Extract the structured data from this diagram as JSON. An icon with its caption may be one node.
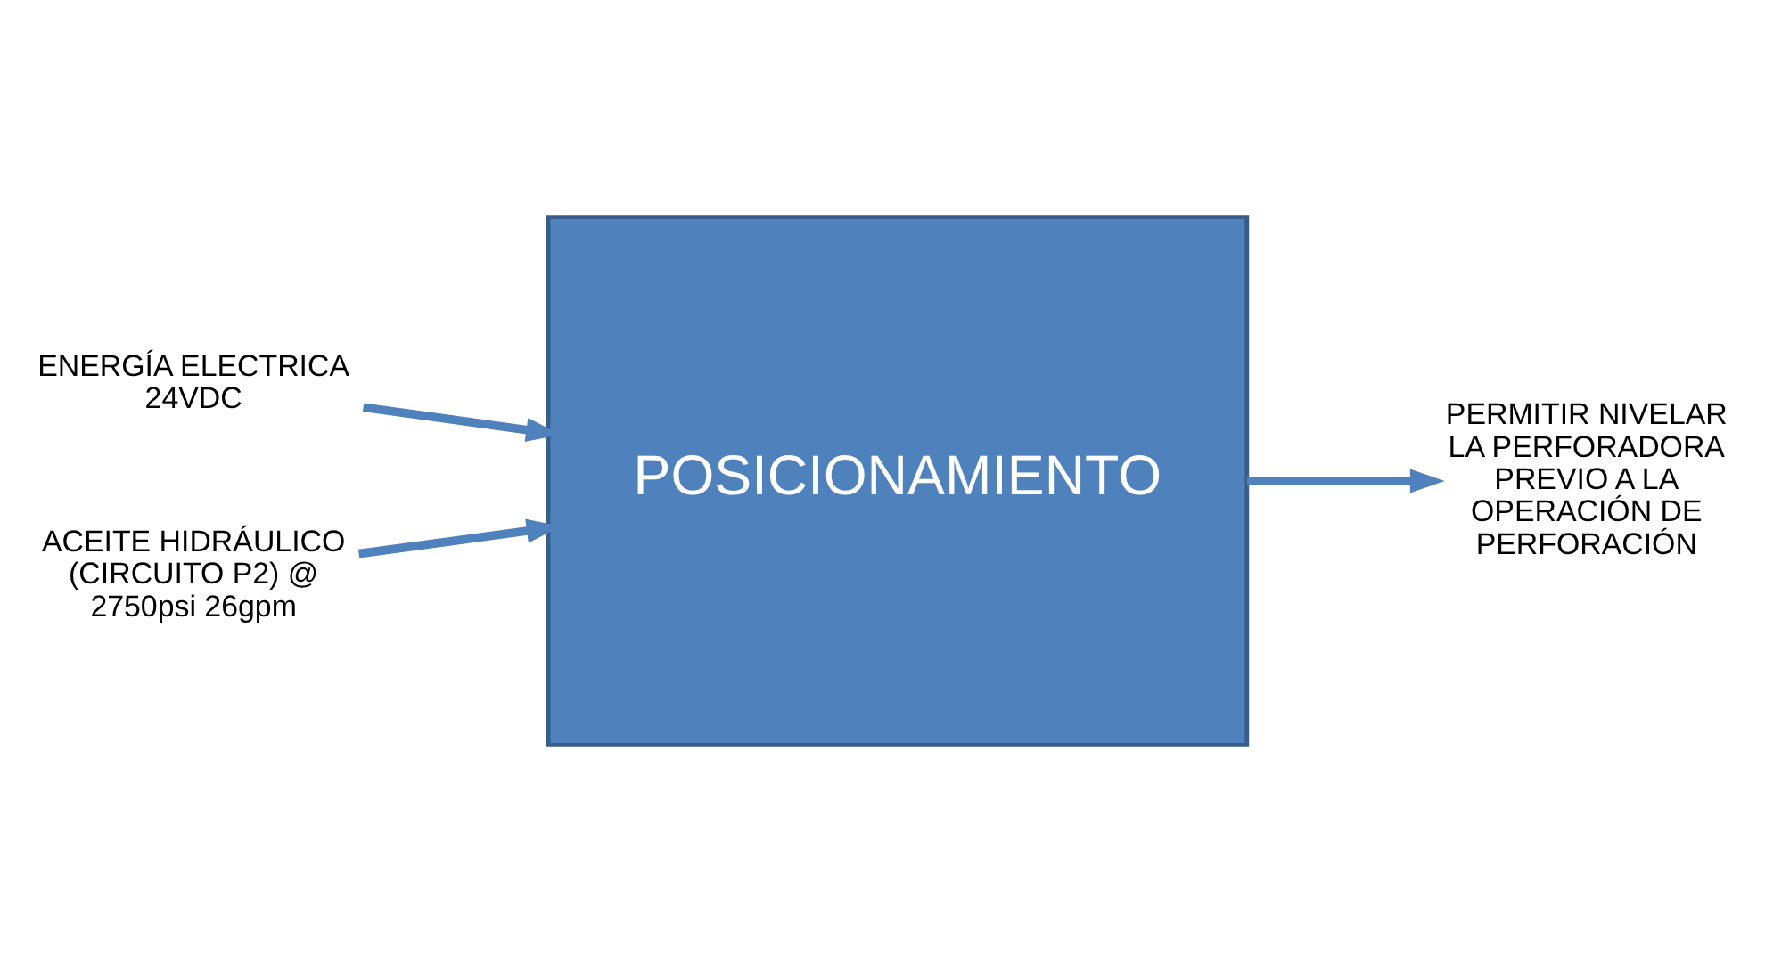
{
  "diagram": {
    "nodes": [
      {
        "text": [
          "POSICIONAMIENTO"
        ]
      },
      {
        "text": [
          "ENERGÍA ELECTRICA 24VDC"
        ]
      },
      {
        "text": [
          "ACEITE HIDRÁULICO (CIRCUITO P2) @ 2750psi 26gpm"
        ]
      },
      {
        "text": [
          "PERMITIR NIVELAR LA PERFORADORA PREVIO A LA OPERACIÓN DE PERFORACIÓN"
        ]
      }
    ],
    "edges": [
      {
        "from": 1,
        "to": 0,
        "arrow": "to"
      },
      {
        "from": 2,
        "to": 0,
        "arrow": "to"
      },
      {
        "from": 0,
        "to": 3,
        "arrow": "to"
      }
    ]
  }
}
